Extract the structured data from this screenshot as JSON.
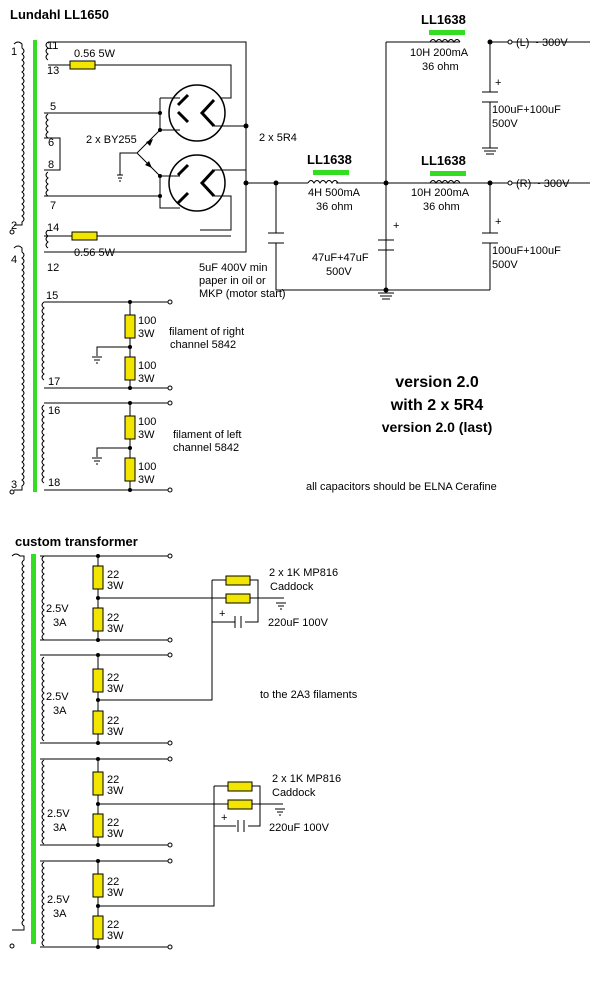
{
  "title_top": "Lundahl  LL1650",
  "title_bottom": "custom transformer",
  "pins": {
    "p1": "1",
    "p2": "2",
    "p3": "3",
    "p4": "4",
    "p5": "5",
    "p6": "6",
    "p7": "7",
    "p8": "8",
    "p11": "11",
    "p12": "12",
    "p13": "13",
    "p14": "14",
    "p15": "15",
    "p16": "16",
    "p17": "17",
    "p18": "18"
  },
  "rectifier": {
    "r_top": "0.56 5W",
    "r_bottom": "0.56 5W",
    "diodes": "2 x BY255",
    "tubes": "2 x 5R4",
    "cap_first_line1": "5uF 400V min",
    "cap_first_line2": "paper in oil or",
    "cap_first_line3": "MKP (motor start)"
  },
  "filter": {
    "choke1": {
      "name": "LL1638",
      "spec1": "4H 500mA",
      "spec2": "36 ohm"
    },
    "choke_left": {
      "name": "LL1638",
      "spec1": "10H 200mA",
      "spec2": "36 ohm"
    },
    "choke_right": {
      "name": "LL1638",
      "spec1": "10H 200mA",
      "spec2": "36 ohm"
    },
    "cap_mid_line1": "47uF+47uF",
    "cap_mid_line2": "500V",
    "cap_out_line1": "100uF+100uF",
    "cap_out_line2": "500V",
    "out_left": "(L) ~ 300V",
    "out_right": "(R) ~ 300V",
    "plus": "+"
  },
  "filaments": {
    "res_value": "100",
    "res_power": "3W",
    "right_label1": "filament of right",
    "right_label2": "channel 5842",
    "left_label1": "filament of left",
    "left_label2": "channel 5842"
  },
  "version": {
    "line1": "version 2.0",
    "line2": "with 2 x 5R4",
    "line3": "version 2.0 (last)",
    "note": "all capacitors should be ELNA Cerafine"
  },
  "custom": {
    "winding_v": "2.5V",
    "winding_a": "3A",
    "res_value": "22",
    "res_power": "3W",
    "caddock": "2 x 1K MP816",
    "caddock2": "Caddock",
    "cap": "220uF 100V",
    "to_2a3": "to the 2A3 filaments",
    "plus": "+"
  }
}
